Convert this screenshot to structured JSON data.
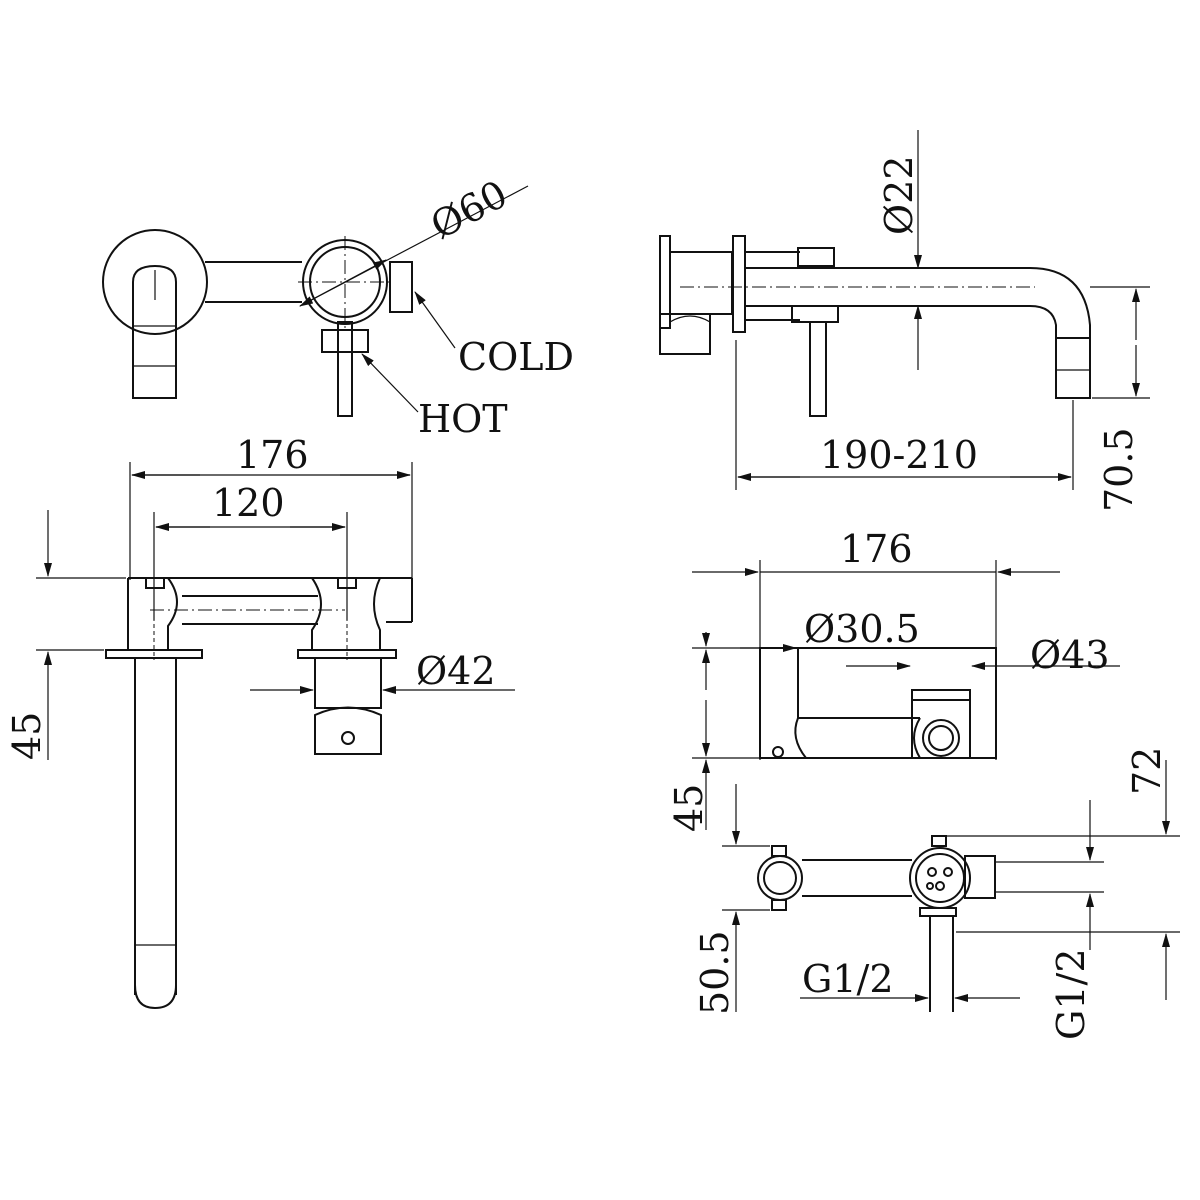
{
  "labels": {
    "diam_60": "Ø60",
    "cold": "COLD",
    "hot": "HOT",
    "diam_22": "Ø22",
    "dim_190_210": "190-210",
    "dim_70_5": "70.5",
    "plan_176": "176",
    "plan_120": "120",
    "plan_45": "45",
    "diam_42": "Ø42",
    "valve_176": "176",
    "diam_30_5": "Ø30.5",
    "diam_43": "Ø43",
    "valve_45": "45",
    "valve_72": "72",
    "valve_50_5": "50.5",
    "thread_g12_h": "G1/2",
    "thread_g12_v": "G1/2"
  }
}
